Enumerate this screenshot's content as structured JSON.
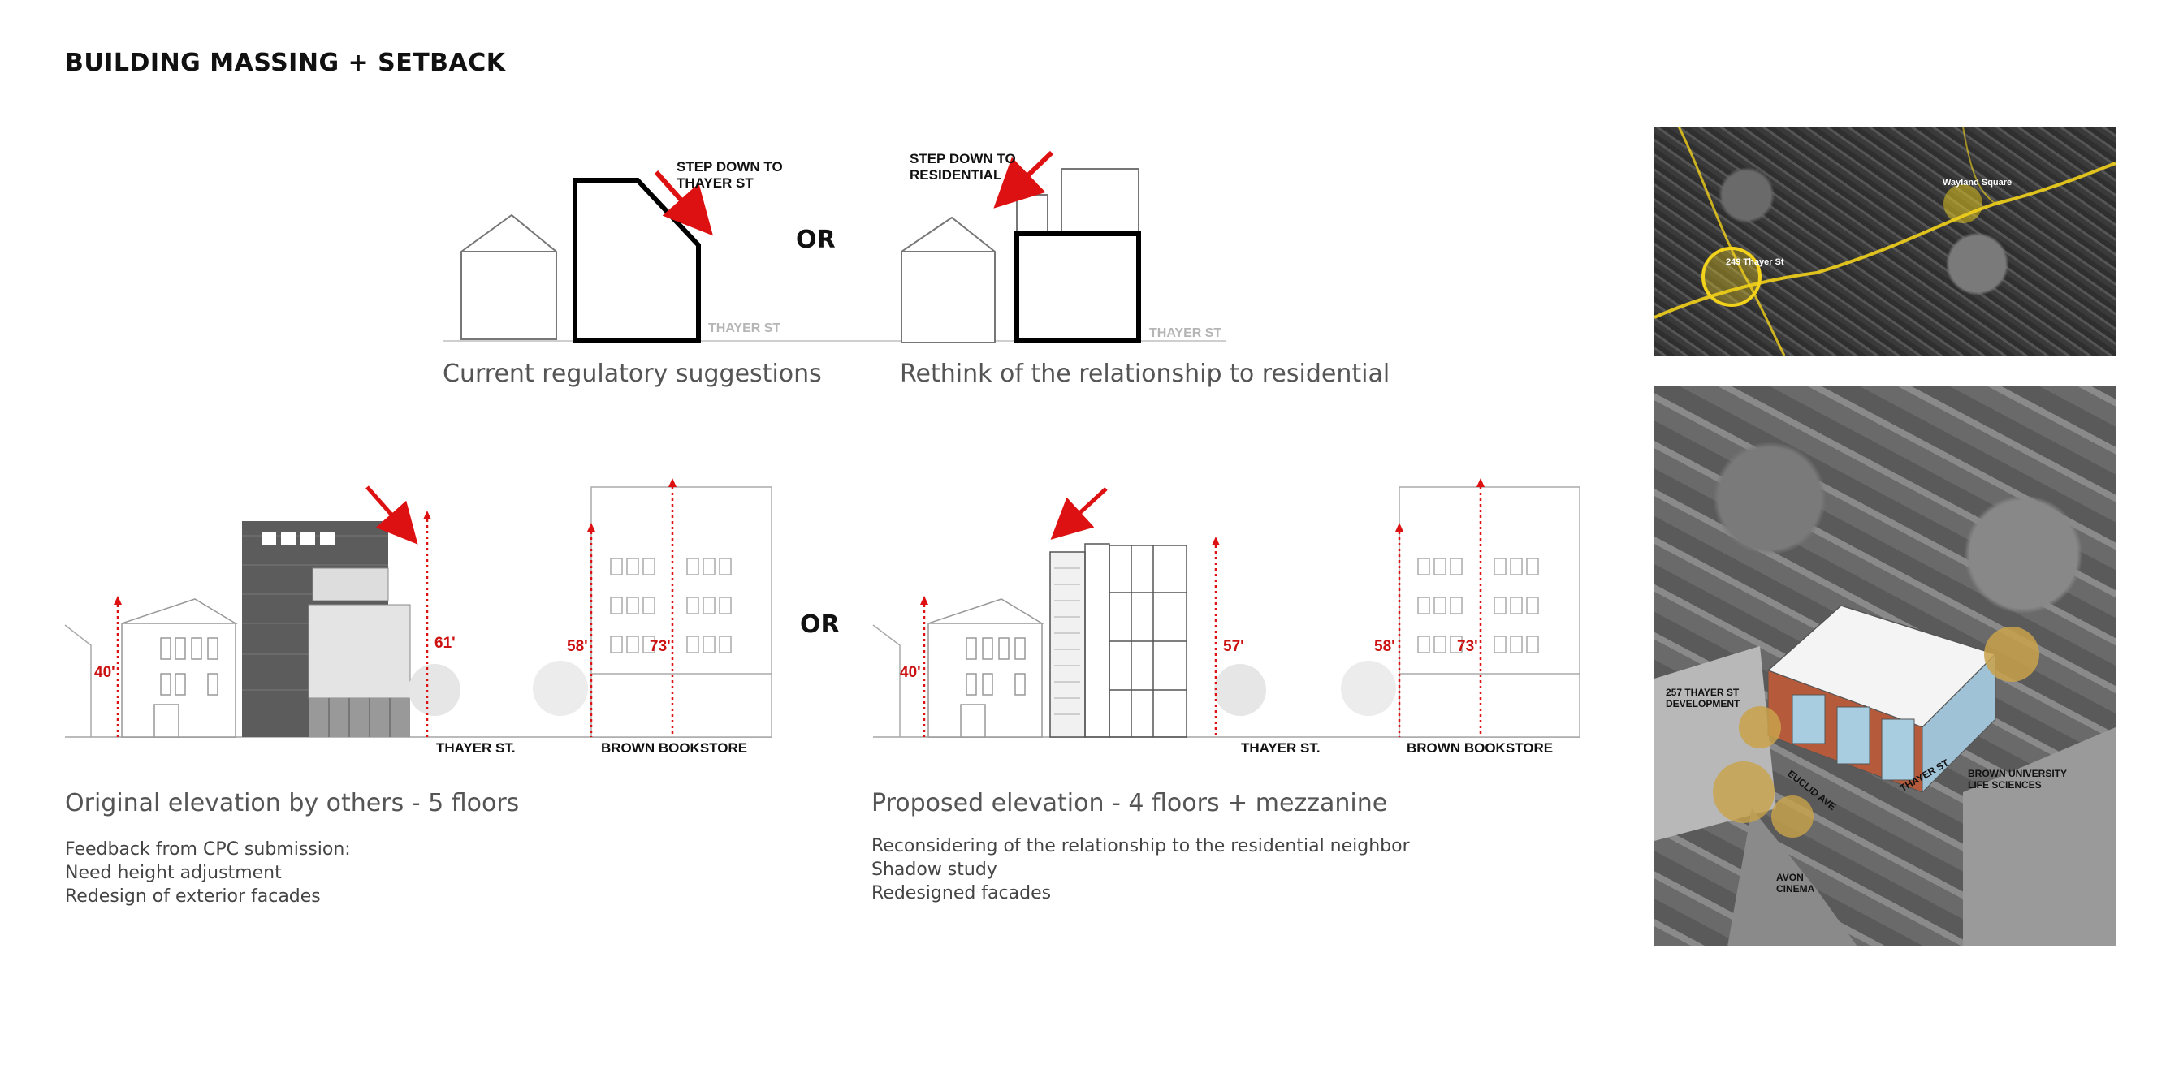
{
  "title": "BUILDING MASSING + SETBACK",
  "top": {
    "or": "OR",
    "left": {
      "caption": "Current regulatory suggestions",
      "annotation": [
        "STEP DOWN TO",
        "THAYER ST"
      ],
      "street": "THAYER ST"
    },
    "right": {
      "caption": "Rethink of the relationship to residential",
      "annotation": [
        "STEP DOWN TO",
        "RESIDENTIAL"
      ],
      "street": "THAYER ST"
    }
  },
  "bottom": {
    "or": "OR",
    "left": {
      "heights": [
        "40'",
        "61'",
        "58'",
        "73'"
      ],
      "street_labels": [
        "THAYER ST.",
        "BROWN BOOKSTORE"
      ],
      "caption": "Original elevation by others - 5 floors",
      "notes": [
        "Feedback from CPC submission:",
        "Need height adjustment",
        "Redesign of exterior facades"
      ]
    },
    "right": {
      "heights": [
        "40'",
        "57'",
        "58'",
        "73'"
      ],
      "street_labels": [
        "THAYER ST.",
        "BROWN BOOKSTORE"
      ],
      "caption": "Proposed elevation - 4 floors + mezzanine",
      "notes": [
        "Reconsidering of the relationship to the residential neighbor",
        "Shadow study",
        "Redesigned facades"
      ]
    }
  },
  "aerial_top": {
    "labels": [
      "249 Thayer St",
      "Wayland Square"
    ]
  },
  "aerial_bottom": {
    "labels": [
      "257 THAYER ST DEVELOPMENT",
      "EUCLID AVE",
      "THAYER ST",
      "BROWN UNIVERSITY LIFE SCIENCES",
      "AVON CINEMA"
    ]
  },
  "colors": {
    "accent_red": "#dd1111",
    "highlight_yellow": "#f2d21b"
  }
}
